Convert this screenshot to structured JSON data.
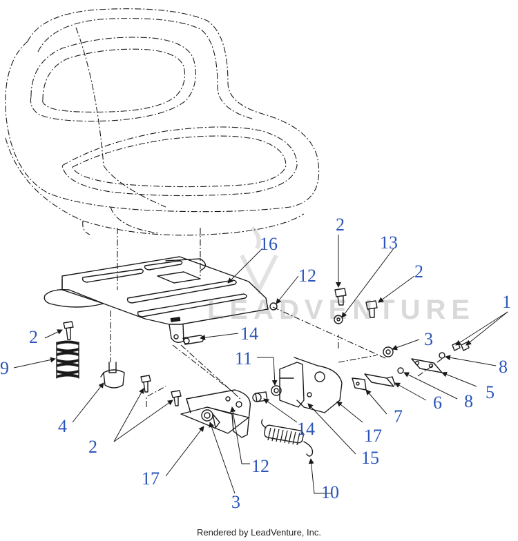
{
  "footer": {
    "credit": "Rendered by LeadVenture, Inc."
  },
  "watermark": {
    "text": "LEADVENTURE"
  },
  "callout_color": "#2a54b8",
  "callouts": {
    "c1": "1",
    "c2a": "2",
    "c2b": "2",
    "c2c": "2",
    "c2d": "2",
    "c3a": "3",
    "c3b": "3",
    "c4": "4",
    "c5": "5",
    "c6": "6",
    "c7": "7",
    "c8a": "8",
    "c8b": "8",
    "c9": "9",
    "c10": "10",
    "c11": "11",
    "c12a": "12",
    "c12b": "12",
    "c13": "13",
    "c14a": "14",
    "c14b": "14",
    "c15": "15",
    "c16": "16",
    "c17a": "17",
    "c17b": "17"
  }
}
